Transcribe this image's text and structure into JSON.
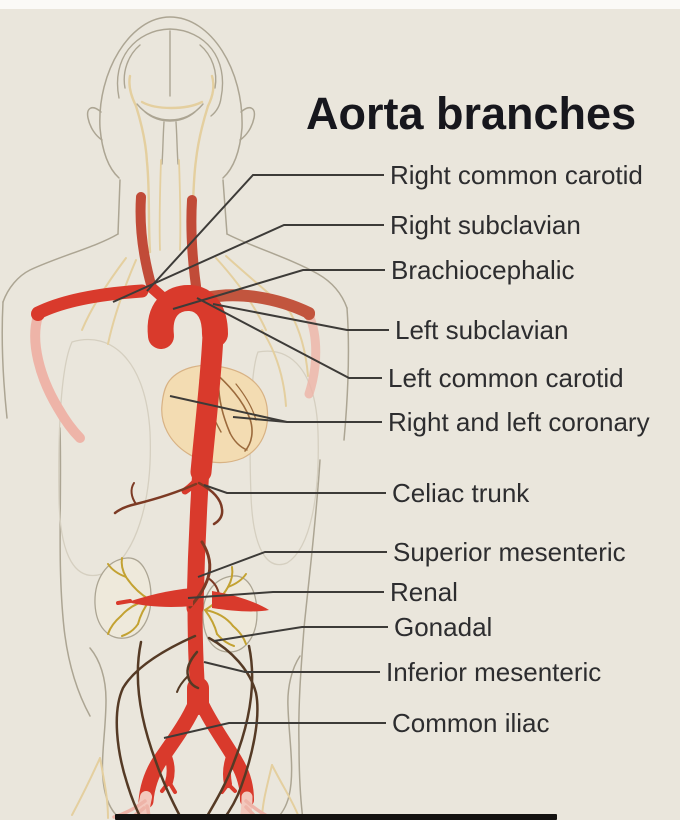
{
  "title": "Aorta branches",
  "branches": [
    {
      "label": "Right common carotid"
    },
    {
      "label": "Right subclavian"
    },
    {
      "label": "Brachiocephalic"
    },
    {
      "label": "Left subclavian"
    },
    {
      "label": "Left common carotid"
    },
    {
      "label": "Right and left coronary"
    },
    {
      "label": "Celiac trunk"
    },
    {
      "label": "Superior mesenteric"
    },
    {
      "label": "Renal"
    },
    {
      "label": "Gonadal"
    },
    {
      "label": "Inferior mesenteric"
    },
    {
      "label": "Common iliac"
    }
  ],
  "colors": {
    "background": "#eae6dc",
    "top_strip": "#fbfaf7",
    "bottom_bar": "#141210",
    "title_text": "#17171d",
    "label_text": "#2d2d2f",
    "leader": "#3d3b38",
    "red": "#d93a2c",
    "darkred": "#c14b38",
    "medred": "#c2553e",
    "darkbranch": "#7c3a24",
    "brown": "#553a25",
    "pink": "#eeb4a8",
    "palepink": "#f3c8bd",
    "tanvessel": "#e4cf9f",
    "outline": "#aca593",
    "faint": "#d5cfc0",
    "heart": "#f3dcb2",
    "heartline": "#d8b284",
    "coronary": "#9b6a3c",
    "kidneyfill": "#eee9db",
    "yellow": "#c3a232"
  }
}
